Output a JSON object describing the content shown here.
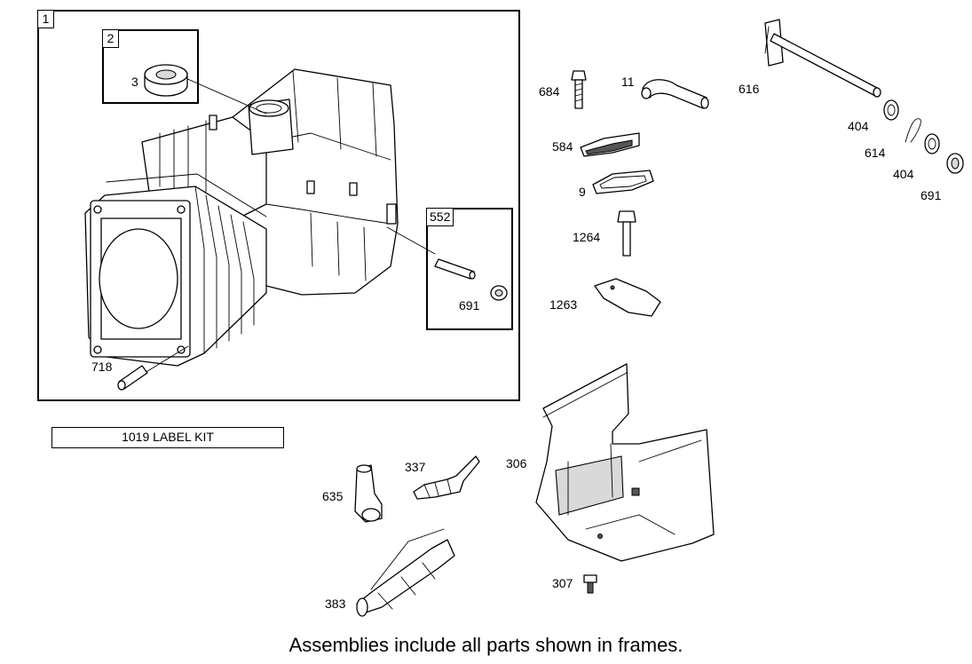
{
  "frames": [
    {
      "id": "frame-1",
      "number": "1"
    },
    {
      "id": "frame-2",
      "number": "2"
    },
    {
      "id": "frame-552",
      "number": "552"
    }
  ],
  "callouts": {
    "c3": "3",
    "c718": "718",
    "c691a": "691",
    "c684": "684",
    "c11": "11",
    "c616": "616",
    "c404a": "404",
    "c614": "614",
    "c404b": "404",
    "c691b": "691",
    "c584": "584",
    "c9": "9",
    "c1264": "1264",
    "c1263": "1263",
    "c337": "337",
    "c306": "306",
    "c635": "635",
    "c307": "307",
    "c383": "383"
  },
  "label_kit": "1019 LABEL KIT",
  "footer_note": "Assemblies include all parts shown in frames."
}
